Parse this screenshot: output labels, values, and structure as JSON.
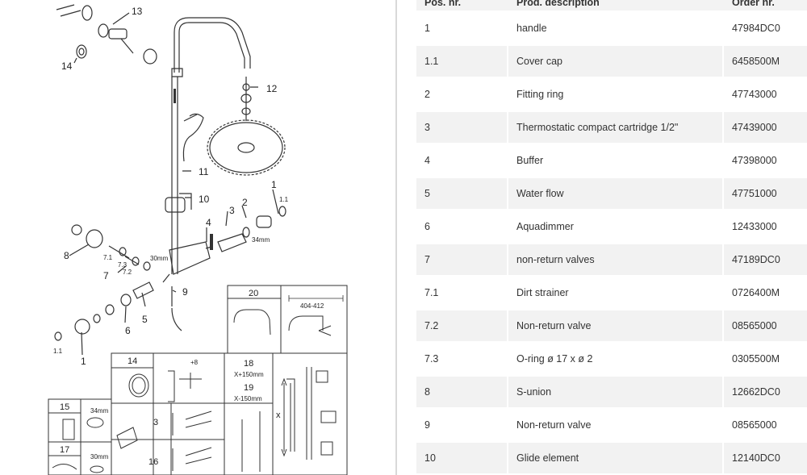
{
  "table": {
    "headers": [
      "Pos. nr.",
      "Prod. description",
      "Order nr."
    ],
    "rows": [
      {
        "pos": "1",
        "desc": "handle",
        "order": "47984DC0"
      },
      {
        "pos": "1.1",
        "desc": "Cover cap",
        "order": "6458500M"
      },
      {
        "pos": "2",
        "desc": "Fitting ring",
        "order": "47743000"
      },
      {
        "pos": "3",
        "desc": "Thermostatic compact cartridge 1/2\"",
        "order": "47439000"
      },
      {
        "pos": "4",
        "desc": "Buffer",
        "order": "47398000"
      },
      {
        "pos": "5",
        "desc": "Water flow",
        "order": "47751000"
      },
      {
        "pos": "6",
        "desc": "Aquadimmer",
        "order": "12433000"
      },
      {
        "pos": "7",
        "desc": "non-return valves",
        "order": "47189DC0"
      },
      {
        "pos": "7.1",
        "desc": "Dirt strainer",
        "order": "0726400M"
      },
      {
        "pos": "7.2",
        "desc": "Non-return valve",
        "order": "08565000"
      },
      {
        "pos": "7.3",
        "desc": "O-ring ø 17 x ø 2",
        "order": "0305500M"
      },
      {
        "pos": "8",
        "desc": "S-union",
        "order": "12662DC0"
      },
      {
        "pos": "9",
        "desc": "Non-return valve",
        "order": "08565000"
      },
      {
        "pos": "10",
        "desc": "Glide element",
        "order": "12140DC0"
      }
    ]
  },
  "drawing": {
    "callouts": {
      "c13": "13",
      "c14": "14",
      "c12": "12",
      "c11": "11",
      "c10": "10",
      "c1": "1",
      "c1b": "1",
      "c11b": "1.1",
      "c11c": "1.1",
      "c2": "2",
      "c3": "3",
      "c4": "4",
      "c5": "5",
      "c6": "6",
      "c7": "7",
      "c71": "7.1",
      "c72": "7.2",
      "c73": "7.3",
      "c8": "8",
      "c9": "9",
      "d34": "34mm",
      "d30": "30mm"
    },
    "boxes": {
      "b20": "20",
      "b404": "404-412",
      "b14": "14",
      "b8": "+8",
      "b18": "18",
      "b150p": "X+150mm",
      "b19": "19",
      "b150m": "X-150mm",
      "bx": "x",
      "b15": "15",
      "b34": "34mm",
      "b3": "3",
      "b16": "16",
      "b17": "17",
      "b30": "30mm"
    }
  }
}
